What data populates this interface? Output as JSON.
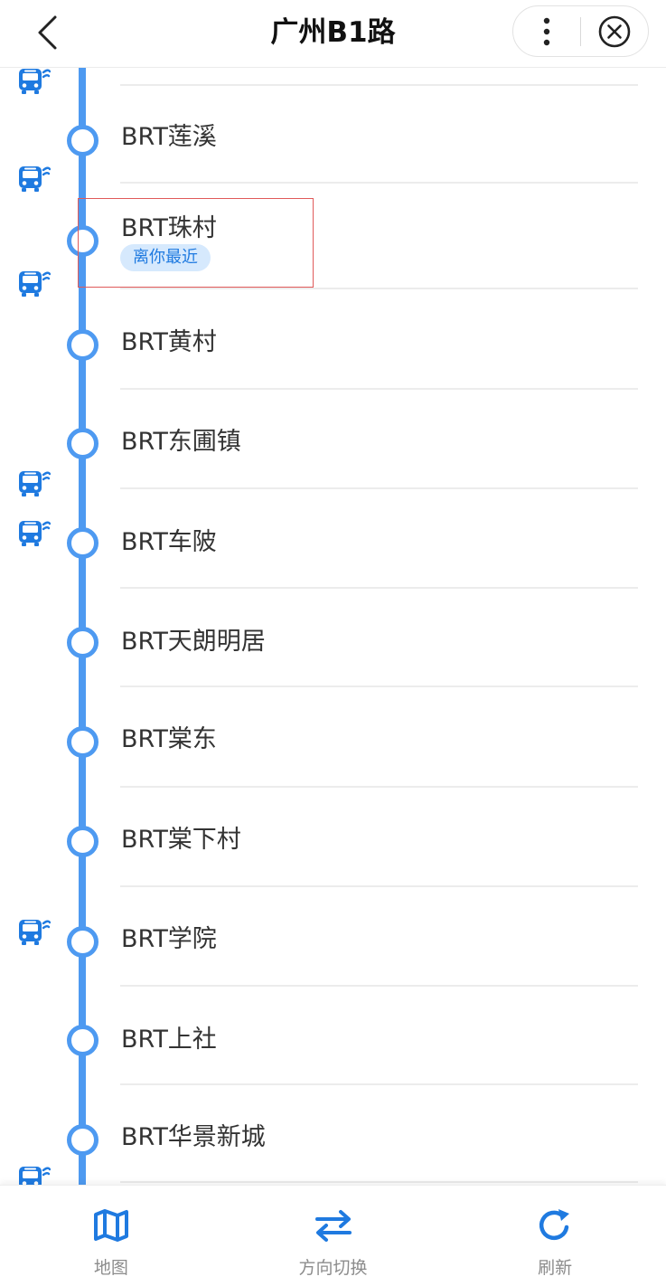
{
  "header": {
    "title": "广州B1路"
  },
  "stops": [
    {
      "name": "BRT莲溪"
    },
    {
      "name": "BRT珠村",
      "badge": "离你最近"
    },
    {
      "name": "BRT黄村"
    },
    {
      "name": "BRT东圃镇"
    },
    {
      "name": "BRT车陂"
    },
    {
      "name": "BRT天朗明居"
    },
    {
      "name": "BRT棠东"
    },
    {
      "name": "BRT棠下村"
    },
    {
      "name": "BRT学院"
    },
    {
      "name": "BRT上社"
    },
    {
      "name": "BRT华景新城"
    }
  ],
  "toolbar": {
    "map_label": "地图",
    "direction_label": "方向切换",
    "refresh_label": "刷新"
  },
  "colors": {
    "accent": "#1f7ae0",
    "route_line": "#4e9af1",
    "badge_bg": "#d6e9fd"
  },
  "icons": {
    "back": "chevron-left-icon",
    "more": "more-vertical-icon",
    "close": "close-circle-icon",
    "bus": "bus-icon",
    "map": "map-icon",
    "direction": "swap-arrows-icon",
    "refresh": "refresh-icon"
  }
}
